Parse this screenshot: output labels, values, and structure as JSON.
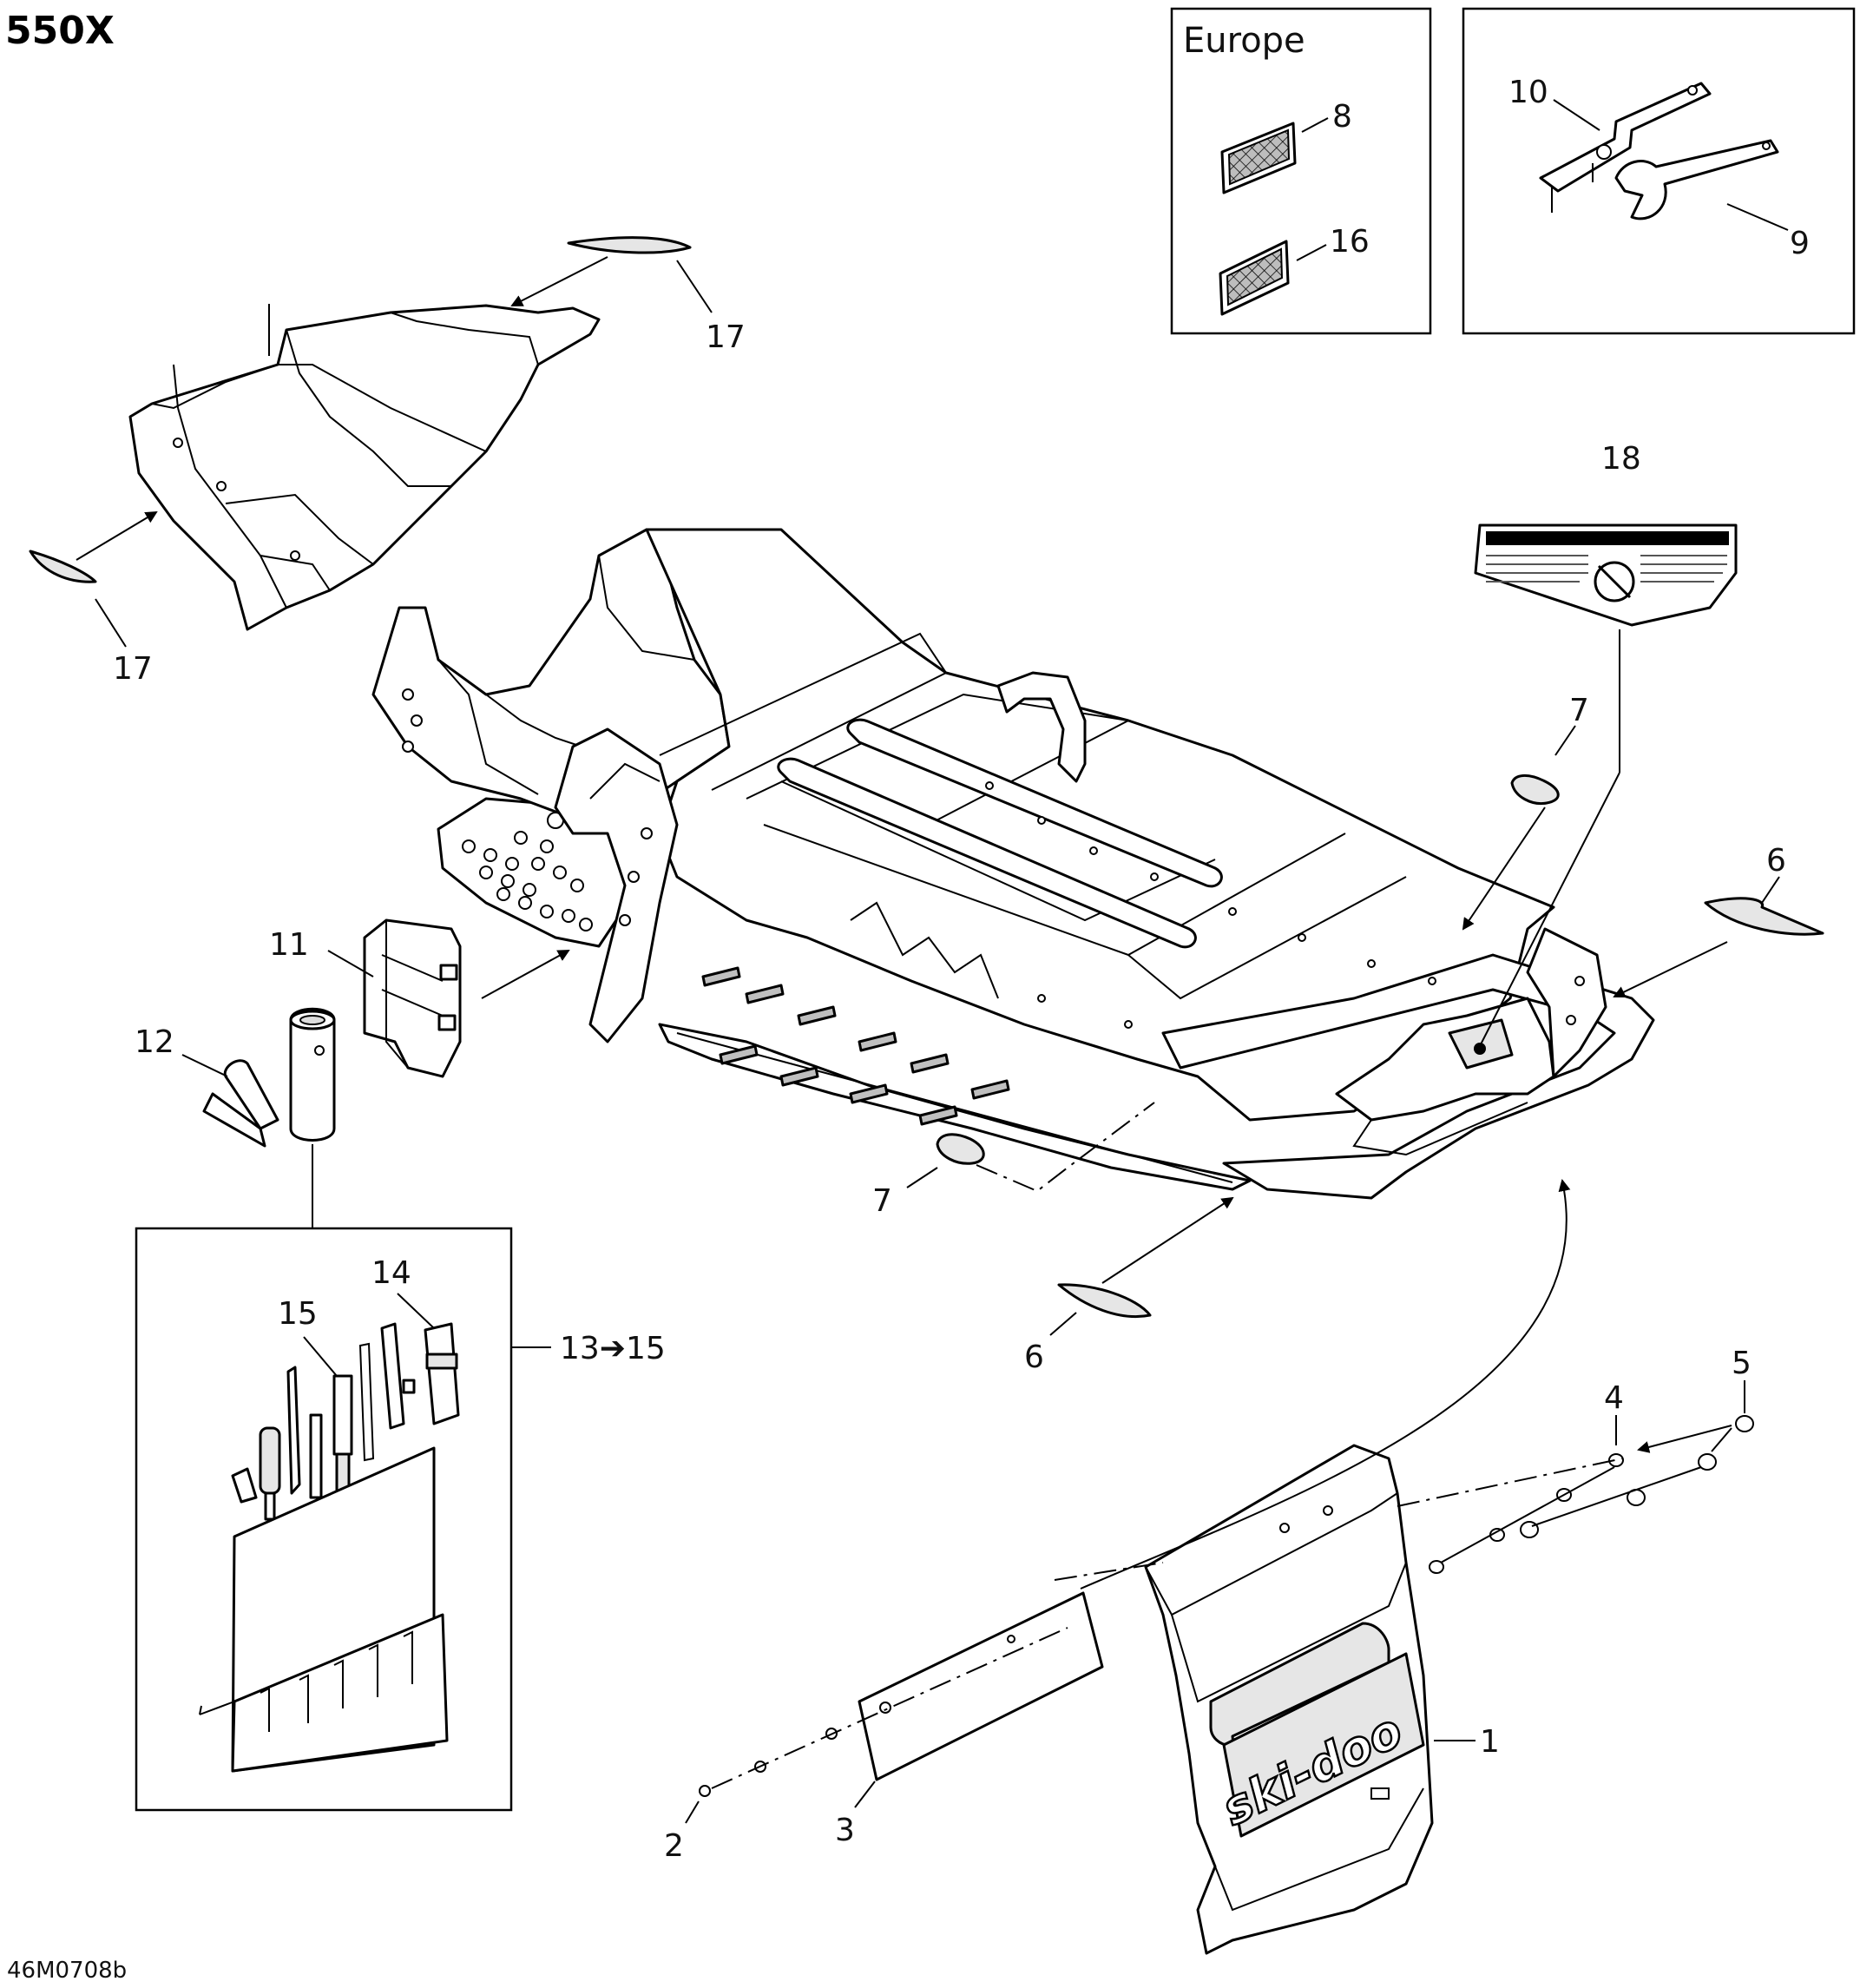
{
  "title": "550X",
  "figure_code": "46M0708b",
  "region_box": {
    "label": "Europe"
  },
  "callouts": {
    "c1": "1",
    "c2": "2",
    "c3": "3",
    "c4": "4",
    "c5": "5",
    "c6a": "6",
    "c6b": "6",
    "c7a": "7",
    "c7b": "7",
    "c8": "8",
    "c9": "9",
    "c10": "10",
    "c11": "11",
    "c12": "12",
    "c13_15": "13➔15",
    "c14": "14",
    "c15": "15",
    "c16": "16",
    "c17a": "17",
    "c17b": "17",
    "c18": "18"
  },
  "decal_brand": "ski-doo",
  "colors": {
    "line": "#000000",
    "background": "#ffffff"
  }
}
